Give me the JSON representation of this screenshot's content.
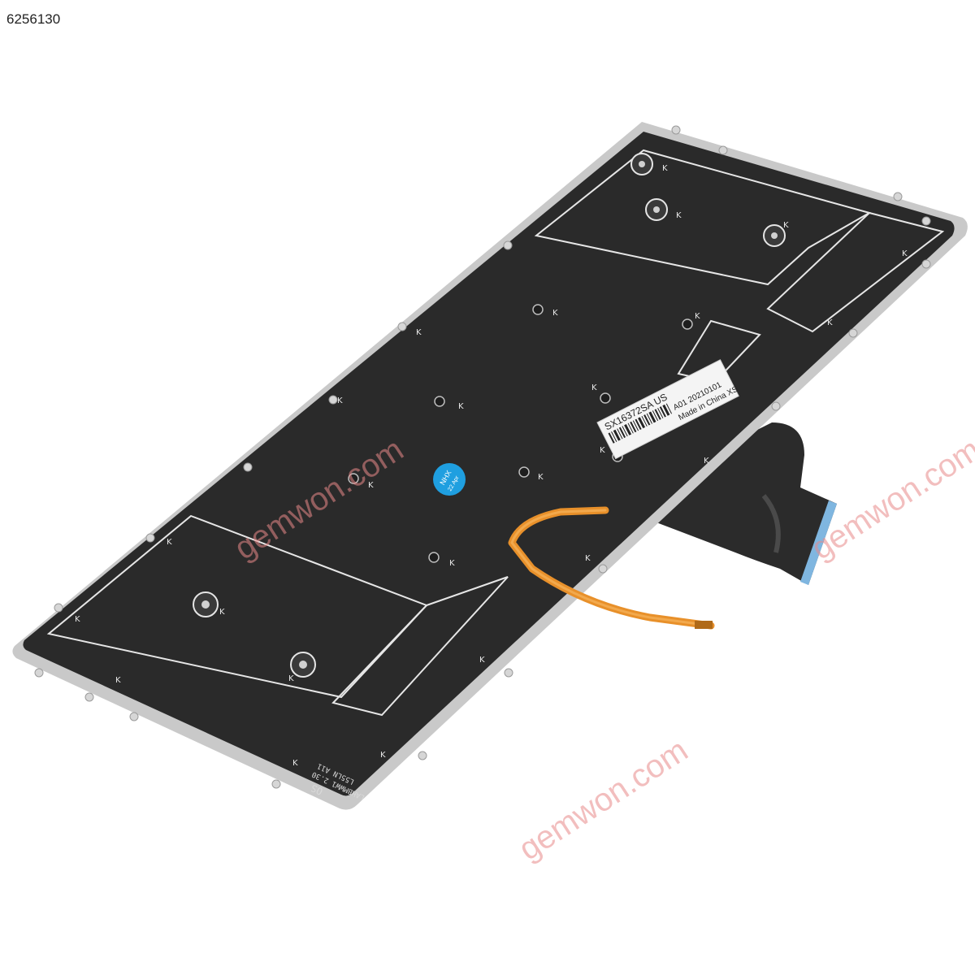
{
  "product": {
    "id": "6256130"
  },
  "label": {
    "part_number": "SX16372SA US",
    "code_line": "A01 20210101",
    "origin": "Made in China XS"
  },
  "sticker": {
    "line1": "NHX",
    "line2": "22 Apr"
  },
  "bottom_text": {
    "line1": "L55LN A11",
    "line2": "LAHBMWW1 2.30",
    "line3": "OS"
  },
  "watermarks": [
    "gemwon.com",
    "gemwon.com",
    "gemwon.com"
  ],
  "colors": {
    "backplate": "#2a2a2a",
    "frame": "#c9c9c9",
    "ribbon": "#e8902a",
    "flex_cable": "#2b2b2b",
    "flex_contacts": "#7fb6e0",
    "sticker": "#1f9fe0"
  }
}
